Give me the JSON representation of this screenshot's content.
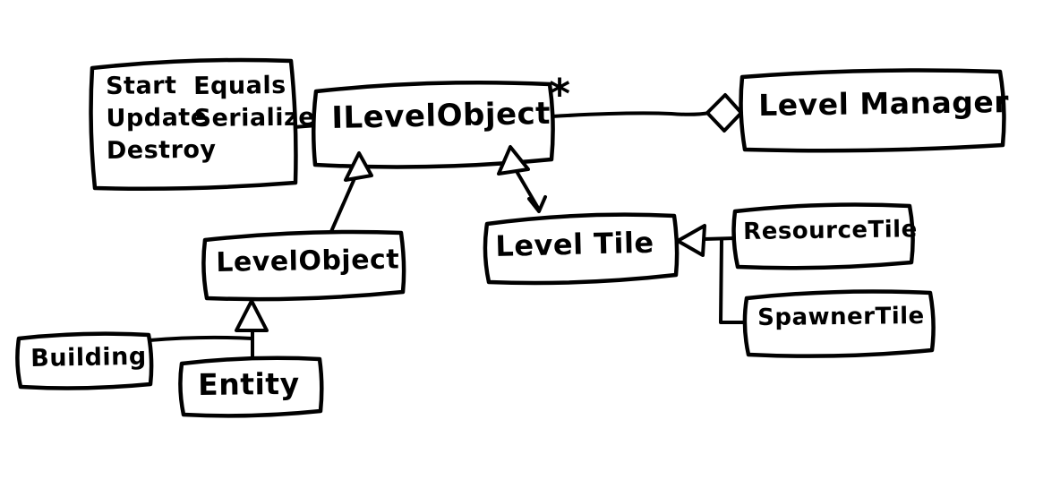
{
  "colors": {
    "ink": "#000000",
    "background": "#ffffff"
  },
  "diagram": {
    "type": "hand-drawn-uml-class-diagram",
    "nodes": {
      "interface_methods": {
        "column1": [
          "Start",
          "Update",
          "Destroy"
        ],
        "column2": [
          "Equals",
          "Serialize"
        ]
      },
      "ilevelobject": {
        "label": "ILevelObject"
      },
      "levelmanager": {
        "label": "Level Manager"
      },
      "levelobject": {
        "label": "LevelObject"
      },
      "leveltile": {
        "label": "Level Tile"
      },
      "resourcetile": {
        "label": "ResourceTile"
      },
      "spawnertile": {
        "label": "SpawnerTile"
      },
      "building": {
        "label": "Building"
      },
      "entity": {
        "label": "Entity"
      }
    },
    "edges": {
      "aggregation": {
        "from": "ILevelObject",
        "to": "Level Manager",
        "type": "aggregation-hollow-diamond",
        "multiplicity": "*"
      },
      "methods_note": {
        "from": "interface_methods",
        "to": "ILevelObject",
        "type": "plain-line"
      },
      "inheritance": [
        {
          "from": "LevelObject",
          "to": "ILevelObject",
          "type": "hollow-triangle"
        },
        {
          "from": "Level Tile",
          "to": "ILevelObject",
          "type": "hollow-triangle"
        },
        {
          "from": "Building",
          "to": "LevelObject",
          "type": "hollow-triangle"
        },
        {
          "from": "Entity",
          "to": "LevelObject",
          "type": "hollow-triangle"
        },
        {
          "from": "ResourceTile",
          "to": "Level Tile",
          "type": "hollow-triangle"
        },
        {
          "from": "SpawnerTile",
          "to": "Level Tile",
          "type": "hollow-triangle"
        }
      ]
    }
  }
}
